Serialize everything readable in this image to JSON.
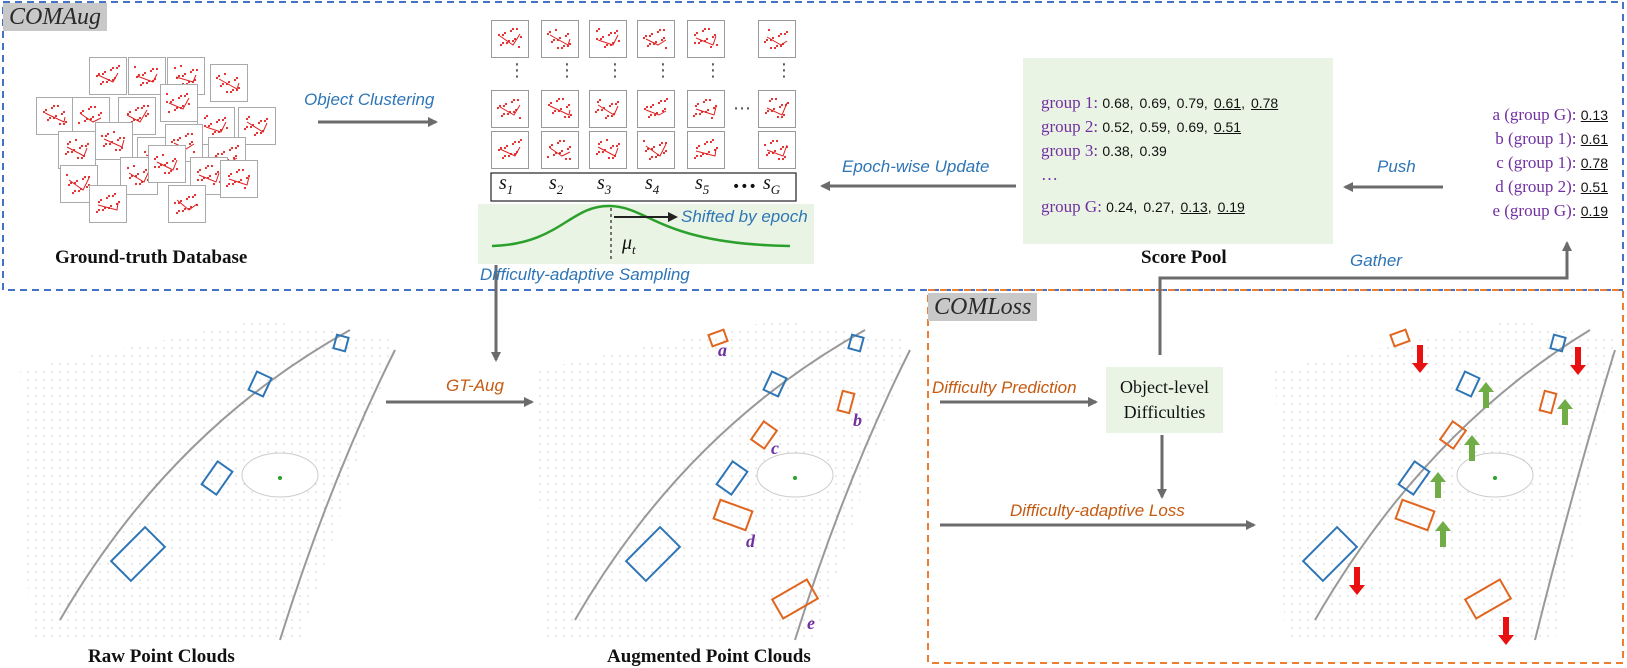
{
  "regions": {
    "comaug": "COMAug",
    "comloss": "COMLoss"
  },
  "captions": {
    "gt_database": "Ground-truth Database",
    "score_pool": "Score Pool",
    "raw_clouds": "Raw Point Clouds",
    "augmented_clouds": "Augmented Point Clouds"
  },
  "flow_labels": {
    "object_clustering": "Object Clustering",
    "epoch_wise_update": "Epoch-wise Update",
    "push": "Push",
    "gather": "Gather",
    "shifted_by_epoch": "Shifted by epoch",
    "difficulty_adaptive_sampling": "Difficulty-adaptive Sampling",
    "gt_aug": "GT-Aug",
    "difficulty_prediction": "Difficulty Prediction",
    "difficulty_adaptive_loss": "Difficulty-adaptive Loss"
  },
  "object_difficulties": {
    "line1": "Object-level",
    "line2": "Difficulties"
  },
  "cluster_groups": {
    "symbols": [
      "s",
      "s",
      "s",
      "s",
      "s",
      "s"
    ],
    "subscripts": [
      "1",
      "2",
      "3",
      "4",
      "5",
      "G"
    ],
    "ellipsis": "•••",
    "row_ellipsis": "⋯",
    "mean_symbol": "μ",
    "mean_subscript": "t"
  },
  "score_pool": {
    "rows": [
      {
        "group": "group 1:",
        "values": [
          "0.68,",
          "0.69,",
          "0.79,",
          "0.61,",
          "0.78"
        ],
        "underlined": [
          false,
          false,
          false,
          true,
          true
        ]
      },
      {
        "group": "group 2:",
        "values": [
          "0.52,",
          "0.59,",
          "0.69,",
          "0.51"
        ],
        "underlined": [
          false,
          false,
          false,
          true
        ]
      },
      {
        "group": "group 3:",
        "values": [
          "0.38,",
          "0.39"
        ],
        "underlined": [
          false,
          false
        ]
      },
      {
        "group": "…",
        "values": [],
        "underlined": []
      },
      {
        "group": "group G:",
        "values": [
          "0.24,",
          "0.27,",
          "0.13,",
          "0.19"
        ],
        "underlined": [
          false,
          false,
          true,
          true
        ]
      }
    ]
  },
  "pushed_objects": [
    {
      "label": "a (group G):",
      "value": "0.13"
    },
    {
      "label": "b (group 1):",
      "value": "0.61"
    },
    {
      "label": "c (group 1):",
      "value": "0.78"
    },
    {
      "label": "d (group 2):",
      "value": "0.51"
    },
    {
      "label": "e (group G):",
      "value": "0.19"
    }
  ],
  "object_letters": [
    "a",
    "b",
    "c",
    "d",
    "e"
  ],
  "colors": {
    "blue_dashed": "#4472c4",
    "orange_dashed": "#ed7d31",
    "arrow_gray": "#6b6b6b",
    "blue_box": "#2e75b6",
    "orange_box": "#e0661f",
    "purple": "#7030a0",
    "green_panel": "#eaf4e4",
    "green_curve": "#2ca02c",
    "red_arrow": "#e81010",
    "green_arrow": "#70ad47",
    "point_red": "#e02020"
  }
}
